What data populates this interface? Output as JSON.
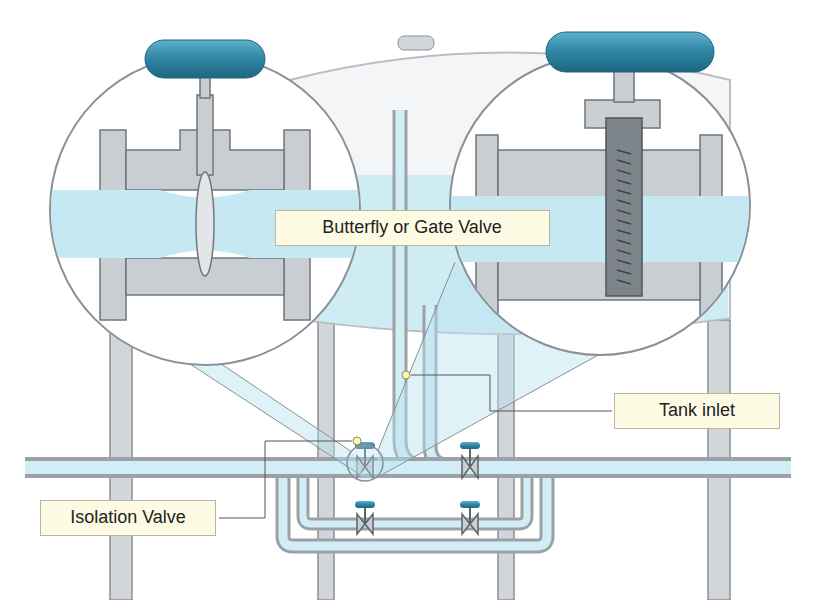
{
  "diagram": {
    "nodes": [
      {
        "text": [
          "Butterfly or Gate Valve"
        ]
      },
      {
        "text": [
          "Tank inlet"
        ]
      },
      {
        "text": [
          "Isolation Valve"
        ]
      }
    ]
  }
}
